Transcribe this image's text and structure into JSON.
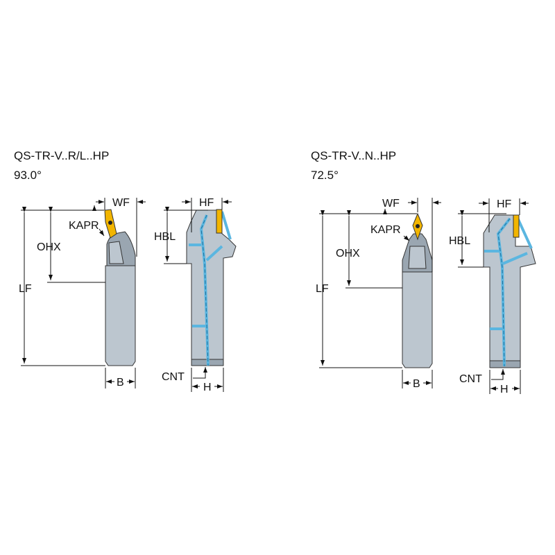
{
  "diagrams": [
    {
      "title": "QS-TR-V..R/L..HP",
      "angle": "93.0°",
      "labels": {
        "wf": "WF",
        "kapr": "KAPR",
        "ohx": "OHX",
        "lf": "LF",
        "b": "B",
        "hf": "HF",
        "hbl": "HBL",
        "cnt": "CNT",
        "h": "H"
      }
    },
    {
      "title": "QS-TR-V..N..HP",
      "angle": "72.5°",
      "labels": {
        "wf": "WF",
        "kapr": "KAPR",
        "ohx": "OHX",
        "lf": "LF",
        "b": "B",
        "hf": "HF",
        "hbl": "HBL",
        "cnt": "CNT",
        "h": "H"
      }
    }
  ],
  "colors": {
    "body": "#bcc6cf",
    "insert": "#f2b500",
    "coolant": "#5bb6e0"
  }
}
